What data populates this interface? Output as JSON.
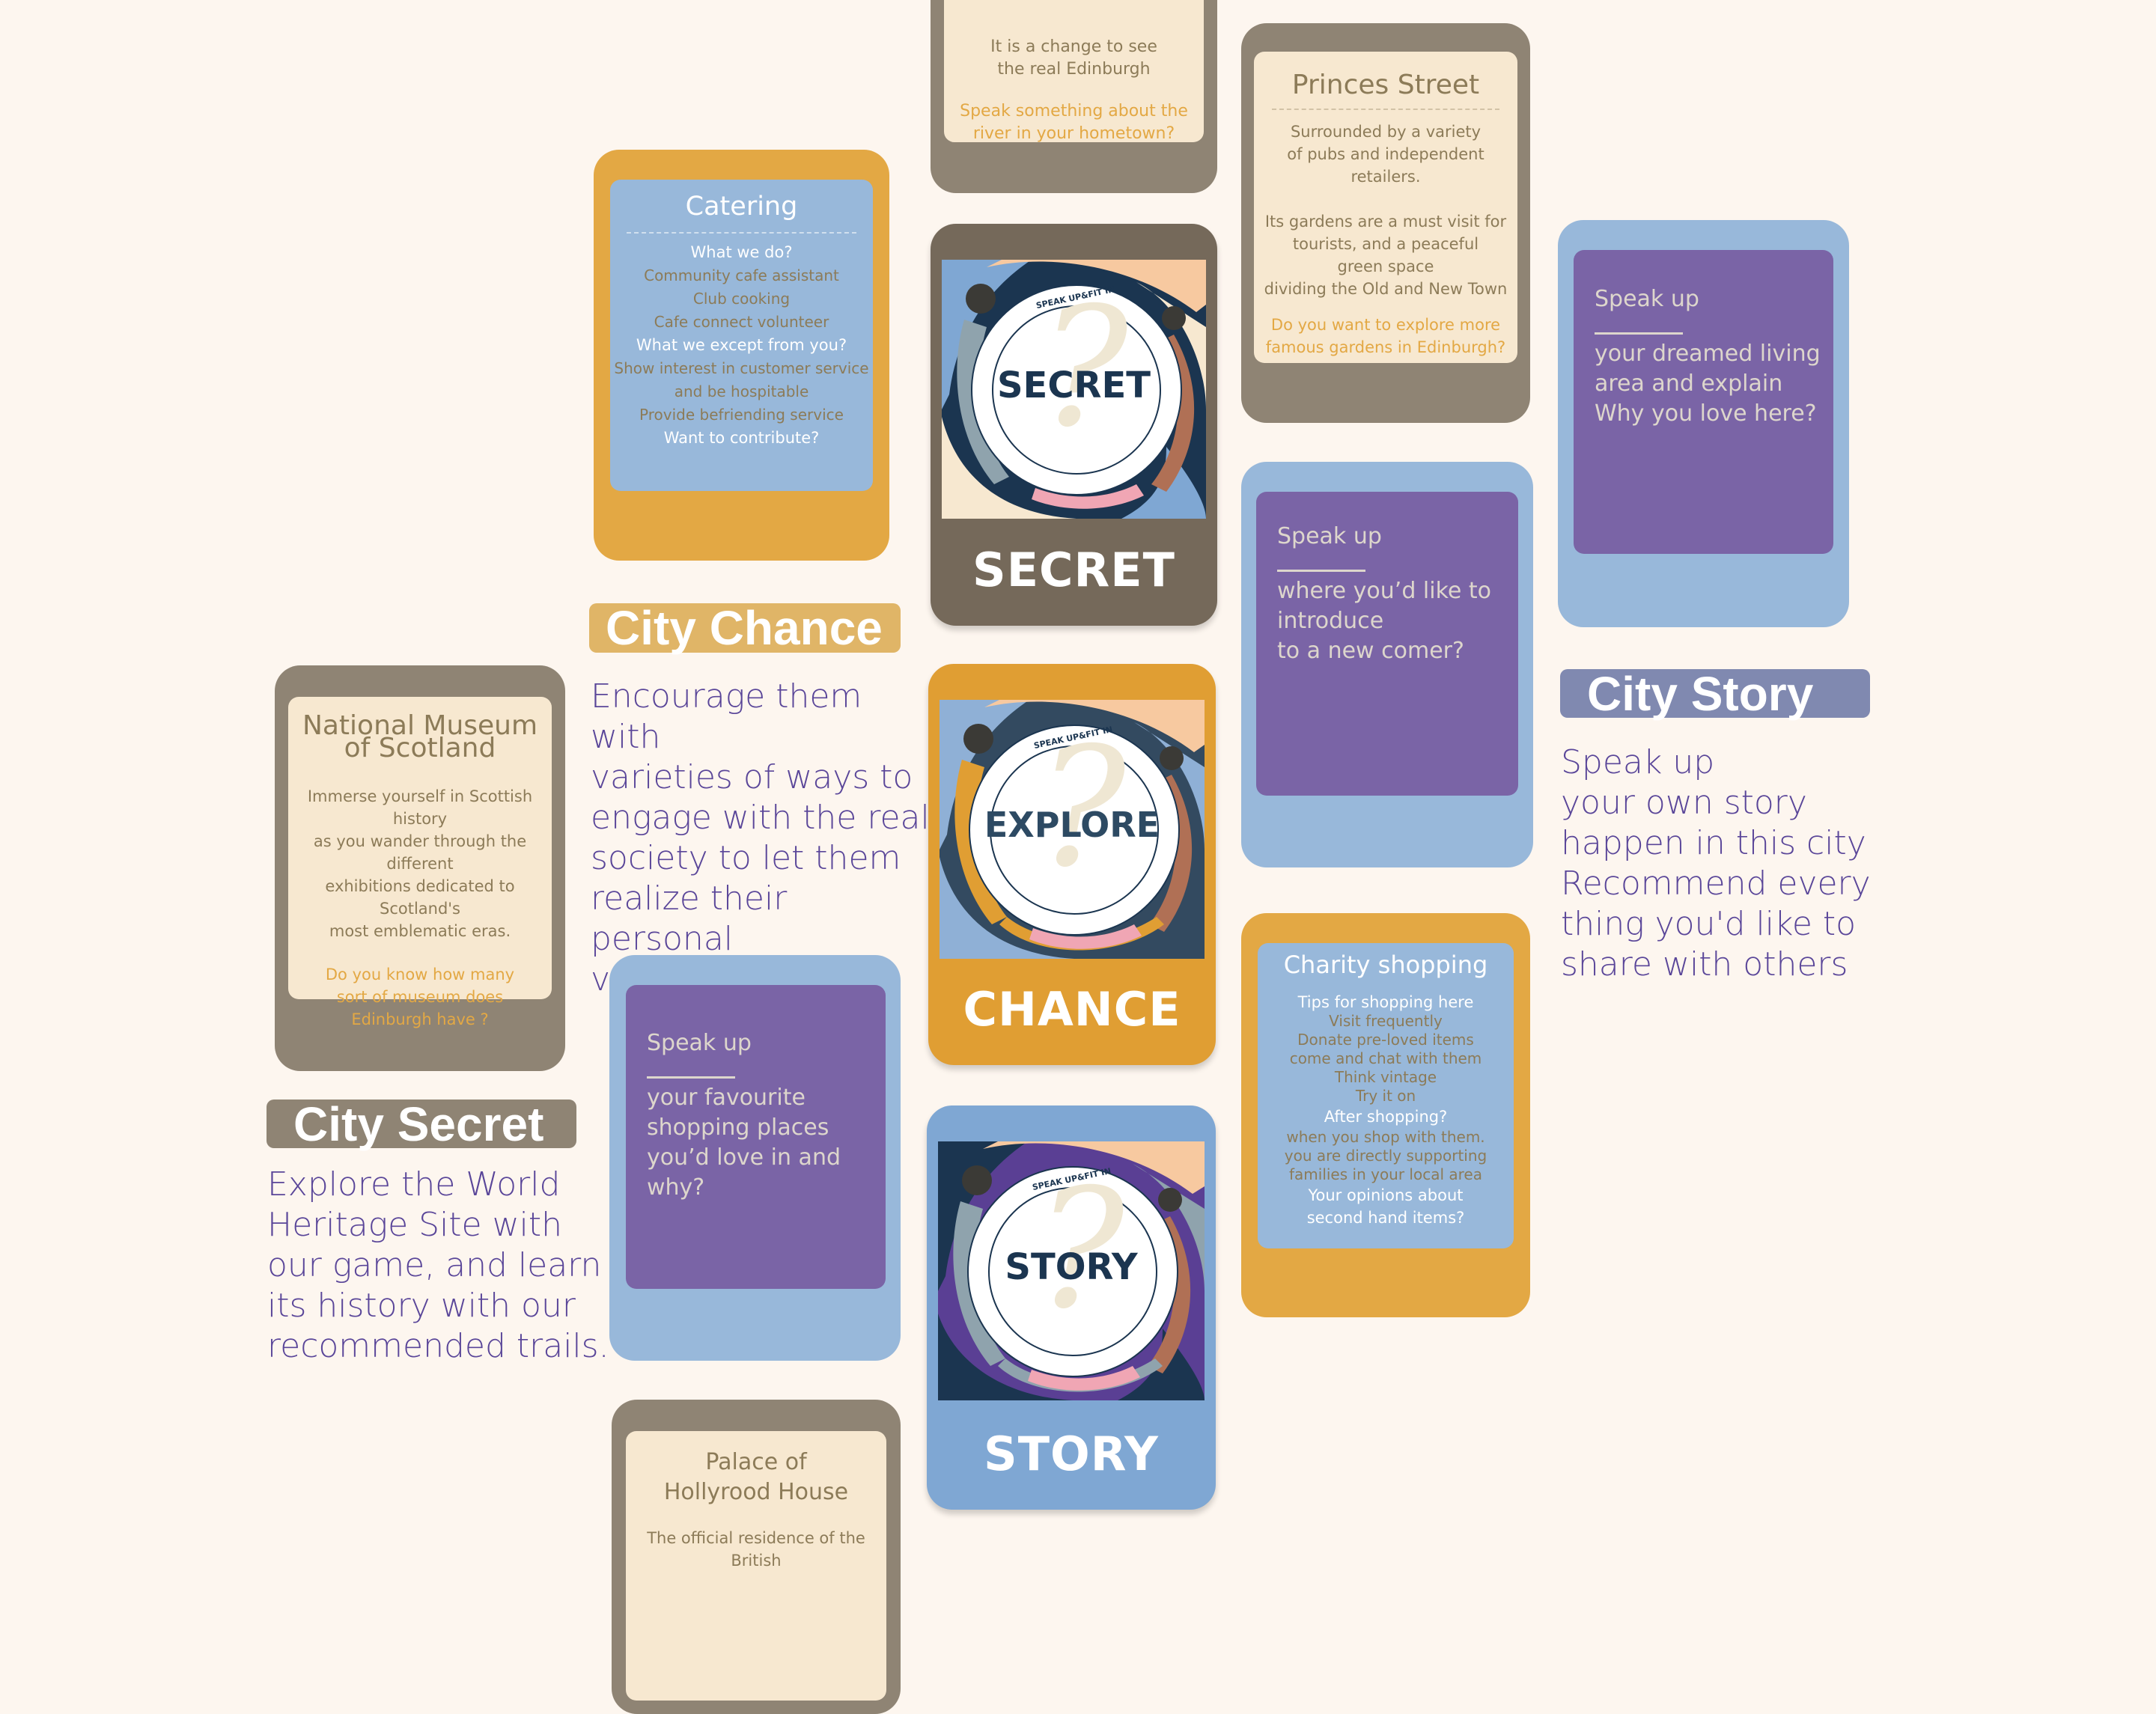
{
  "colors": {
    "background": "#fdf6ef",
    "secret": "#8f8474",
    "chance": "#e3a844",
    "story": "#98b8da",
    "purple": "#7a64a6",
    "cream": "#f7e8d0",
    "description_text": "#5a4699"
  },
  "cards": {
    "top_partial": {
      "body": [
        "It is a change to see",
        "the real Edinburgh"
      ],
      "question": [
        "Speak something about the",
        "river in your hometown?"
      ]
    },
    "princes_street": {
      "title": "Princes Street",
      "body1": [
        "Surrounded by a variety",
        "of pubs and independent retailers."
      ],
      "body2": [
        "Its gardens are a must visit for",
        "tourists, and a peaceful",
        "green space",
        "dividing the Old and New Town"
      ],
      "question": [
        "Do you want to explore more",
        "famous gardens in Edinburgh?"
      ]
    },
    "catering": {
      "title": "Catering",
      "lines": [
        {
          "text": "What we do?",
          "tone": "white"
        },
        {
          "text": "Community cafe assistant",
          "tone": "brown"
        },
        {
          "text": "Club cooking",
          "tone": "brown"
        },
        {
          "text": "Cafe connect volunteer",
          "tone": "brown"
        },
        {
          "text": "What we except from you?",
          "tone": "white"
        },
        {
          "text": "Show interest in customer service",
          "tone": "brown"
        },
        {
          "text": "and be hospitable",
          "tone": "brown"
        },
        {
          "text": "Provide befriending service",
          "tone": "brown"
        },
        {
          "text": "Want to contribute?",
          "tone": "white"
        }
      ]
    },
    "secret_cover": {
      "center_word": "SECRET",
      "label": "SECRET",
      "ring_text": "SPEAK UP&FIT IN"
    },
    "story_prompt_right": {
      "heading": "Speak up",
      "lines": [
        "your dreamed living",
        "area and explain",
        "Why you love here?"
      ]
    },
    "newcomer_prompt": {
      "heading": "Speak up",
      "lines": [
        "where you’d like to",
        "introduce",
        "to a new comer?"
      ]
    },
    "chance_cover": {
      "center_word": "EXPLORE",
      "label": "CHANCE",
      "ring_text": "SPEAK UP&FIT IN"
    },
    "national_museum": {
      "title": [
        "National Museum",
        "of Scotland"
      ],
      "body": [
        "Immerse yourself in Scottish history",
        "as you wander through the different",
        "exhibitions dedicated to Scotland's",
        "most emblematic eras."
      ],
      "question": [
        "Do you know how many",
        "sort of museum does",
        "Edinburgh have ?"
      ]
    },
    "charity_shopping": {
      "title": "Charity shopping",
      "lines": [
        {
          "text": "Tips for shopping here",
          "tone": "white"
        },
        {
          "text": "Visit frequently",
          "tone": "brown"
        },
        {
          "text": "Donate pre-loved items",
          "tone": "brown"
        },
        {
          "text": "come and chat with them",
          "tone": "brown"
        },
        {
          "text": "Think vintage",
          "tone": "brown"
        },
        {
          "text": "Try it on",
          "tone": "brown"
        },
        {
          "text": "After shopping?",
          "tone": "white"
        },
        {
          "text": "when you shop with them.",
          "tone": "brown"
        },
        {
          "text": "you are directly supporting",
          "tone": "brown"
        },
        {
          "text": "families in your local area",
          "tone": "brown"
        },
        {
          "text": "Your opinions about",
          "tone": "white"
        },
        {
          "text": "second hand items?",
          "tone": "white"
        }
      ]
    },
    "shopping_prompt": {
      "heading": "Speak up",
      "lines": [
        "your favourite",
        "shopping places",
        "you’d love in and why?"
      ]
    },
    "story_cover": {
      "center_word": "STORY",
      "label": "STORY",
      "ring_text": "SPEAK UP&FIT IN"
    },
    "palace": {
      "title": [
        "Palace of",
        "Hollyrood House"
      ],
      "body_partial": "The official residence of the British"
    }
  },
  "sections": {
    "city_chance": {
      "badge": "City Chance",
      "description": [
        "Encourage them with",
        "varieties of ways to",
        "engage with the real",
        "society to let them",
        "realize their personal",
        "value"
      ]
    },
    "city_secret": {
      "badge": "City Secret",
      "description": [
        "Explore the World",
        "Heritage Site with",
        "our game, and learn",
        "its history with our",
        "recommended trails."
      ]
    },
    "city_story": {
      "badge": "City Story",
      "description": [
        "Speak up",
        "your own story",
        "happen in this city",
        "Recommend every",
        "thing you'd like to",
        "share with others"
      ]
    }
  }
}
